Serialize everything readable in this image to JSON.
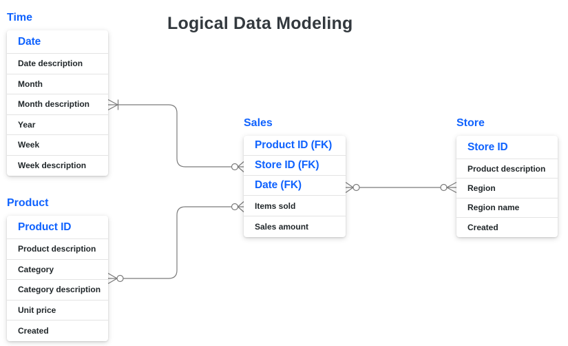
{
  "title": "Logical Data Modeling",
  "colors": {
    "accent": "#0f62fe",
    "body_text": "#21272a",
    "title_text": "#33393e",
    "connector": "#7a7a7a",
    "divider": "#e3e3e3",
    "card_bg": "#ffffff",
    "page_bg": "#ffffff"
  },
  "entities": [
    {
      "name": "Time",
      "keys": [
        "Date"
      ],
      "attributes": [
        "Date description",
        "Month",
        "Month description",
        "Year",
        "Week",
        "Week description"
      ]
    },
    {
      "name": "Product",
      "keys": [
        "Product ID"
      ],
      "attributes": [
        "Product description",
        "Category",
        "Category description",
        "Unit price",
        "Created"
      ]
    },
    {
      "name": "Sales",
      "keys": [
        "Product ID (FK)",
        "Store ID (FK)",
        "Date (FK)"
      ],
      "attributes": [
        "Items sold",
        "Sales amount"
      ]
    },
    {
      "name": "Store",
      "keys": [
        "Store ID"
      ],
      "attributes": [
        "Product description",
        "Region",
        "Region name",
        "Created"
      ]
    }
  ],
  "relationships": [
    {
      "from": "Time",
      "from_field": "Month description",
      "from_cardinality": "one-or-many",
      "to": "Sales",
      "to_field": "Store ID (FK)",
      "to_cardinality": "zero-or-many"
    },
    {
      "from": "Product",
      "from_field": "Category",
      "from_cardinality": "zero-or-many",
      "to": "Sales",
      "to_field": "Items sold",
      "to_cardinality": "zero-or-many"
    },
    {
      "from": "Sales",
      "from_field": "Date (FK)",
      "from_cardinality": "zero-or-many",
      "to": "Store",
      "to_field": "Region",
      "to_cardinality": "zero-or-many"
    }
  ]
}
